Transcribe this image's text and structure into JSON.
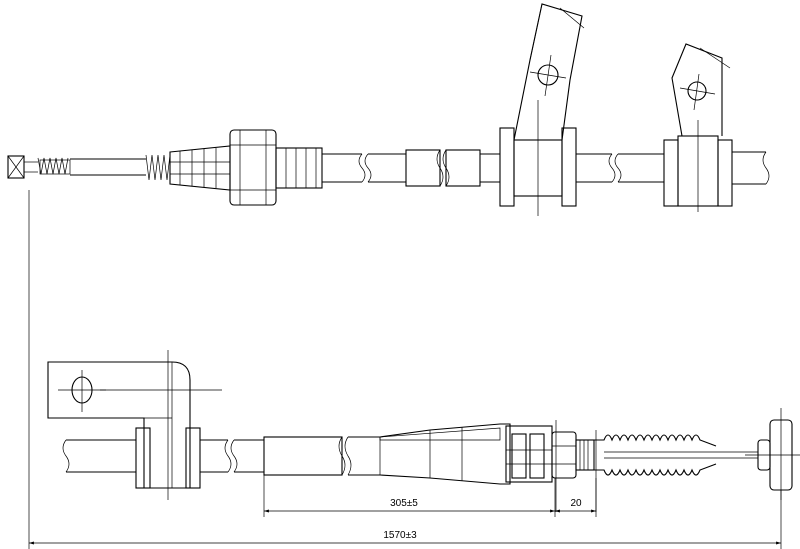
{
  "dimensions": {
    "fitting_length": "305±5",
    "thread_length": "20",
    "overall_length": "1570±3"
  }
}
